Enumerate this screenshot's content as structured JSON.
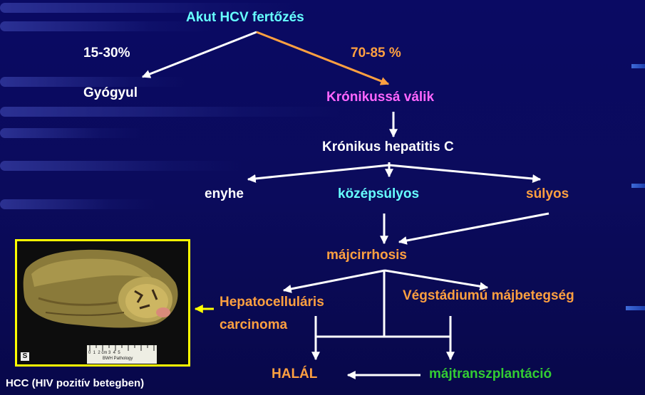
{
  "title": "Akut HCV fertőzés",
  "branch_left_pct": "15-30%",
  "branch_right_pct": "70-85 %",
  "gyogyul": "Gyógyul",
  "kronikussa": "Krónikussá válik",
  "kronikus_hepatitis": "Krónikus hepatitis C",
  "enyhe": "enyhe",
  "kozepsulyos": "középsúlyos",
  "sulyos": "súlyos",
  "majcirrhosis": "májcirrhosis",
  "hcc_line1": "Hepatocelluláris",
  "hcc_line2": "carcinoma",
  "vegstadium": "Végstádiumú májbetegség",
  "halal": "HALÁL",
  "majtranszplantacio": "májtranszplantáció",
  "photo_caption": "HCC (HIV pozitív  betegben)",
  "ruler_text": "0  1  2 cm 3  4  5",
  "ruler_label": "BWH Pathology",
  "colors": {
    "white": "#ffffff",
    "orange": "#ffa040",
    "pink": "#ff66ff",
    "cyan": "#66ffff",
    "green": "#33cc33",
    "yellow": "#ffff00",
    "background": "#0a0a63"
  }
}
